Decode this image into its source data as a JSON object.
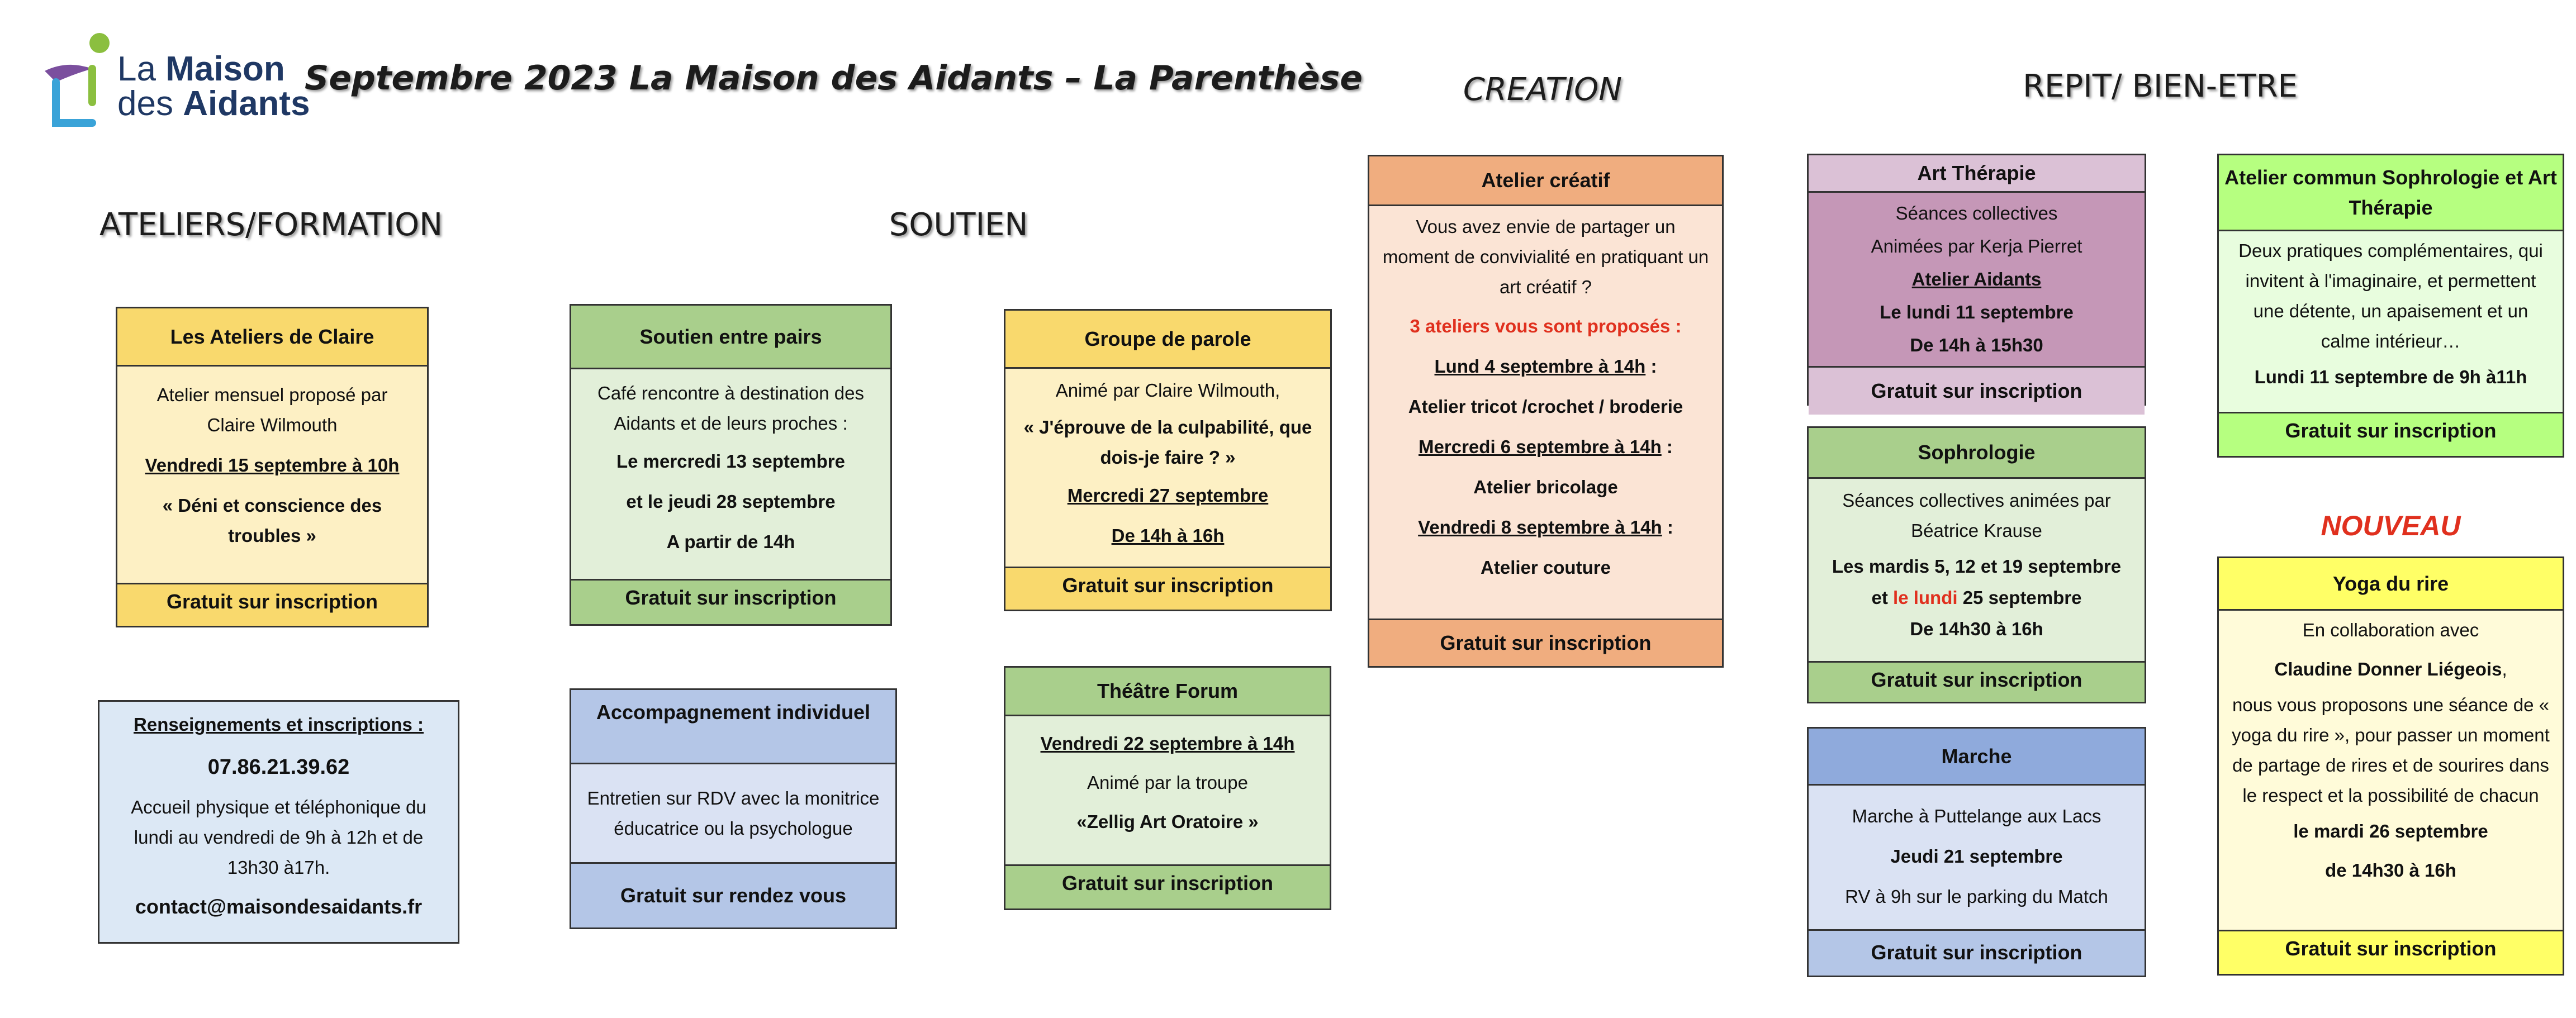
{
  "logo": {
    "line1_a": "La",
    "line1_b": "Maison",
    "line2_a": "des",
    "line2_b": "Aidants"
  },
  "title": "Septembre 2023 La Maison des Aidants – La Parenthèse",
  "sections": {
    "ateliers": "ATELIERS/FORMATION",
    "soutien": "SOUTIEN",
    "creation": "CREATION",
    "repit": "REPIT/ BIEN-ETRE",
    "nouveau": "NOUVEAU"
  },
  "claire": {
    "header": "Les Ateliers de Claire",
    "l1": "Atelier mensuel proposé par",
    "l2": "Claire Wilmouth",
    "date": "Vendredi 15 septembre à 10h",
    "theme": "« Déni et conscience des troubles »",
    "footer": "Gratuit sur inscription"
  },
  "contact": {
    "title": "Renseignements et inscriptions :",
    "phone": "07.86.21.39.62",
    "hours": "Accueil physique et téléphonique du lundi au vendredi de 9h à 12h et de 13h30 à17h.",
    "email": "contact@maisondesaidants.fr"
  },
  "pairs": {
    "header": "Soutien entre pairs",
    "desc": "Café rencontre à destination des Aidants et de leurs proches :",
    "d1": "Le mercredi 13 septembre",
    "d2": "et le jeudi 28 septembre",
    "time": "A partir de 14h",
    "footer": "Gratuit sur inscription"
  },
  "accomp": {
    "header": "Accompagnement individuel",
    "desc": "Entretien sur RDV avec la monitrice éducatrice ou la psychologue",
    "footer": "Gratuit sur rendez vous"
  },
  "groupe": {
    "header": "Groupe de parole",
    "l1": "Animé par Claire Wilmouth,",
    "quote": "« J'éprouve de la culpabilité, que dois-je faire ? »",
    "date": "Mercredi 27 septembre",
    "time": "De 14h à 16h",
    "footer": "Gratuit sur inscription"
  },
  "theatre": {
    "header": "Théâtre Forum",
    "date": "Vendredi 22 septembre à 14h",
    "l1": "Animé par la troupe",
    "troupe": "«Zellig Art Oratoire »",
    "footer": "Gratuit sur inscription"
  },
  "creatif": {
    "header": "Atelier créatif",
    "intro": "Vous avez envie de partager un moment de convivialité en pratiquant un art créatif ?",
    "propose": "3 ateliers vous sont proposés :",
    "d1": "Lund 4 septembre à 14h",
    "a1": "Atelier tricot /crochet / broderie",
    "d2": "Mercredi 6 septembre à 14h",
    "a2": "Atelier bricolage",
    "d3": "Vendredi 8 septembre à 14h",
    "a3": "Atelier couture",
    "colon": " :",
    "footer": "Gratuit sur inscription"
  },
  "art": {
    "header": "Art Thérapie",
    "l1": "Séances collectives",
    "l2": "Animées par Kerja Pierret",
    "aidants": "Atelier Aidants",
    "date": "Le lundi 11 septembre",
    "time": "De 14h à 15h30",
    "footer": "Gratuit sur inscription"
  },
  "sophro": {
    "header": "Sophrologie",
    "l1": "Séances collectives animées par Béatrice Krause",
    "d1": "Les mardis 5, 12 et 19 septembre",
    "d2a": "et ",
    "d2b": "le lundi",
    "d2c": " 25 septembre",
    "time": "De 14h30 à 16h",
    "footer": "Gratuit sur inscription"
  },
  "marche": {
    "header": "Marche",
    "l1": "Marche à Puttelange aux Lacs",
    "date": "Jeudi 21 septembre",
    "rv": "RV à 9h sur le parking du Match",
    "footer": "Gratuit sur inscription"
  },
  "commun": {
    "header": "Atelier commun Sophrologie et Art Thérapie",
    "desc": "Deux pratiques complémentaires, qui invitent à l'imaginaire, et permettent une détente, un apaisement et un calme intérieur…",
    "date": "Lundi 11 septembre de 9h à11h",
    "footer": "Gratuit sur inscription"
  },
  "yoga": {
    "header": "Yoga du rire",
    "l1": "En collaboration avec",
    "name": "Claudine Donner Liégeois",
    "comma": ",",
    "desc": "nous vous proposons une séance de « yoga du rire », pour passer un moment de partage de rires et de sourires dans le respect et la possibilité de chacun",
    "date": "le mardi 26 septembre",
    "time": "de 14h30 à 16h",
    "footer": "Gratuit sur inscription"
  },
  "colors": {
    "yellow_head": "#f9d96d",
    "yellow_body": "#fdf0c4",
    "green_head": "#a9cf8c",
    "green_body": "#e2efd9",
    "blue_head": "#b4c6e7",
    "blue_body": "#dae2f3",
    "orange_head": "#f0ad7f",
    "orange_body": "#fbe4d5",
    "mauve_head": "#dbc1d6",
    "mauve_body": "#c597b7",
    "lime_head": "#b6ff80",
    "lime_body": "#e8fdde",
    "bright_yellow": "#ffff66",
    "cream": "#fffbd9",
    "marche_head": "#8faadc",
    "contact_bg": "#dce8f5",
    "red": "#e0301e"
  }
}
